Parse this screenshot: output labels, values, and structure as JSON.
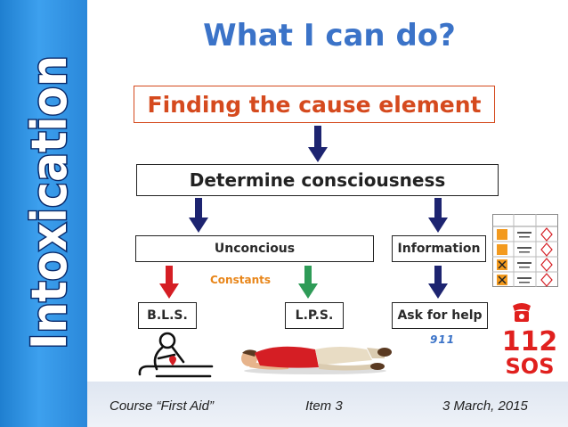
{
  "sidebar": {
    "label": "Intoxication"
  },
  "title": "What I can do?",
  "diagram": {
    "cause": "Finding the cause element",
    "consciousness": "Determine consciousness",
    "unconscious": "Unconcious",
    "information": "Information",
    "constants": "Constants",
    "bls": "B.L.S.",
    "lps": "L.P.S.",
    "ask_help": "Ask for help",
    "number": "911"
  },
  "logo": {
    "top": "112",
    "bottom": "SOS"
  },
  "footer": {
    "course": "Course “First Aid”",
    "item": "Item 3",
    "date": "3 March, 2015"
  },
  "colors": {
    "title": "#3b73c8",
    "cause": "#d54a1e",
    "arrow_navy": "#1d2470",
    "arrow_red": "#d51e24",
    "arrow_green": "#2e9b57",
    "constants": "#e8861a",
    "logo_red": "#e0201e"
  }
}
